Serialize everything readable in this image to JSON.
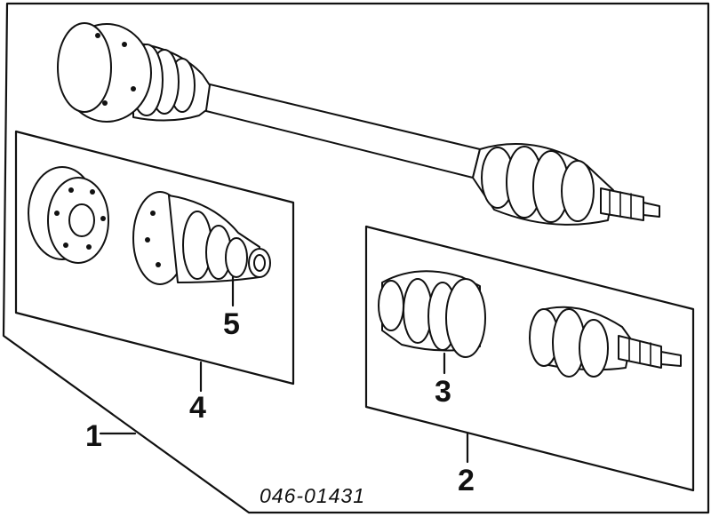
{
  "callouts": {
    "c1": "1",
    "c2": "2",
    "c3": "3",
    "c4": "4",
    "c5": "5"
  },
  "reference_code": "046-01431"
}
